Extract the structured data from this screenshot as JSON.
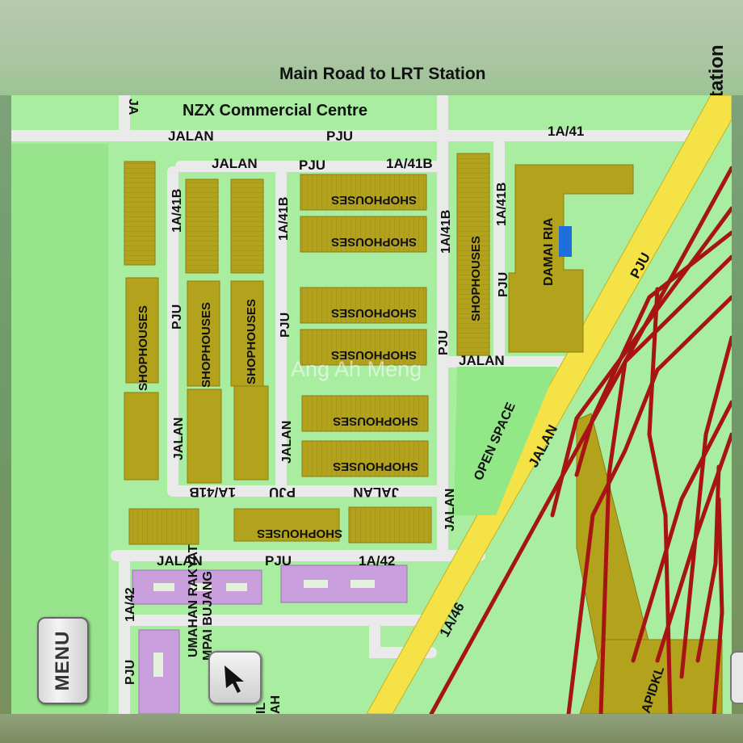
{
  "captions": {
    "main_road": "Main Road to LRT Station",
    "lrt_station": "LRT Station",
    "nzx": "NZX Commercial Centre"
  },
  "watermark": "Ang Ah Meng",
  "roads": {
    "jalan": "JALAN",
    "pju": "PJU",
    "r41": "1A/41",
    "r41b": "1A/41B",
    "r42": "1A/42",
    "r46": "1A/46",
    "ja_cut": "JA"
  },
  "areas": {
    "shophouses": "SHOPHOUSES",
    "damai_ria": "DAMAI RIA",
    "open_space": "OPEN SPACE",
    "rumah_rakyat": "UMAHAN RAKYAT",
    "rumah_line2": "MPAI BUJANG",
    "rapidkl": "APIDKL",
    "bottom_frag1": "IL",
    "bottom_frag2": "AH"
  },
  "controls": {
    "menu": "MENU",
    "location_icon": "arrow-pointer-icon"
  },
  "colors": {
    "land": "#a7ec9f",
    "road": "#eeeeee",
    "shophouse": "#b3a21c",
    "highway": "#f6e64a",
    "rail": "#a31414",
    "residential": "#c79fdc",
    "water": "#1d6ddb"
  }
}
